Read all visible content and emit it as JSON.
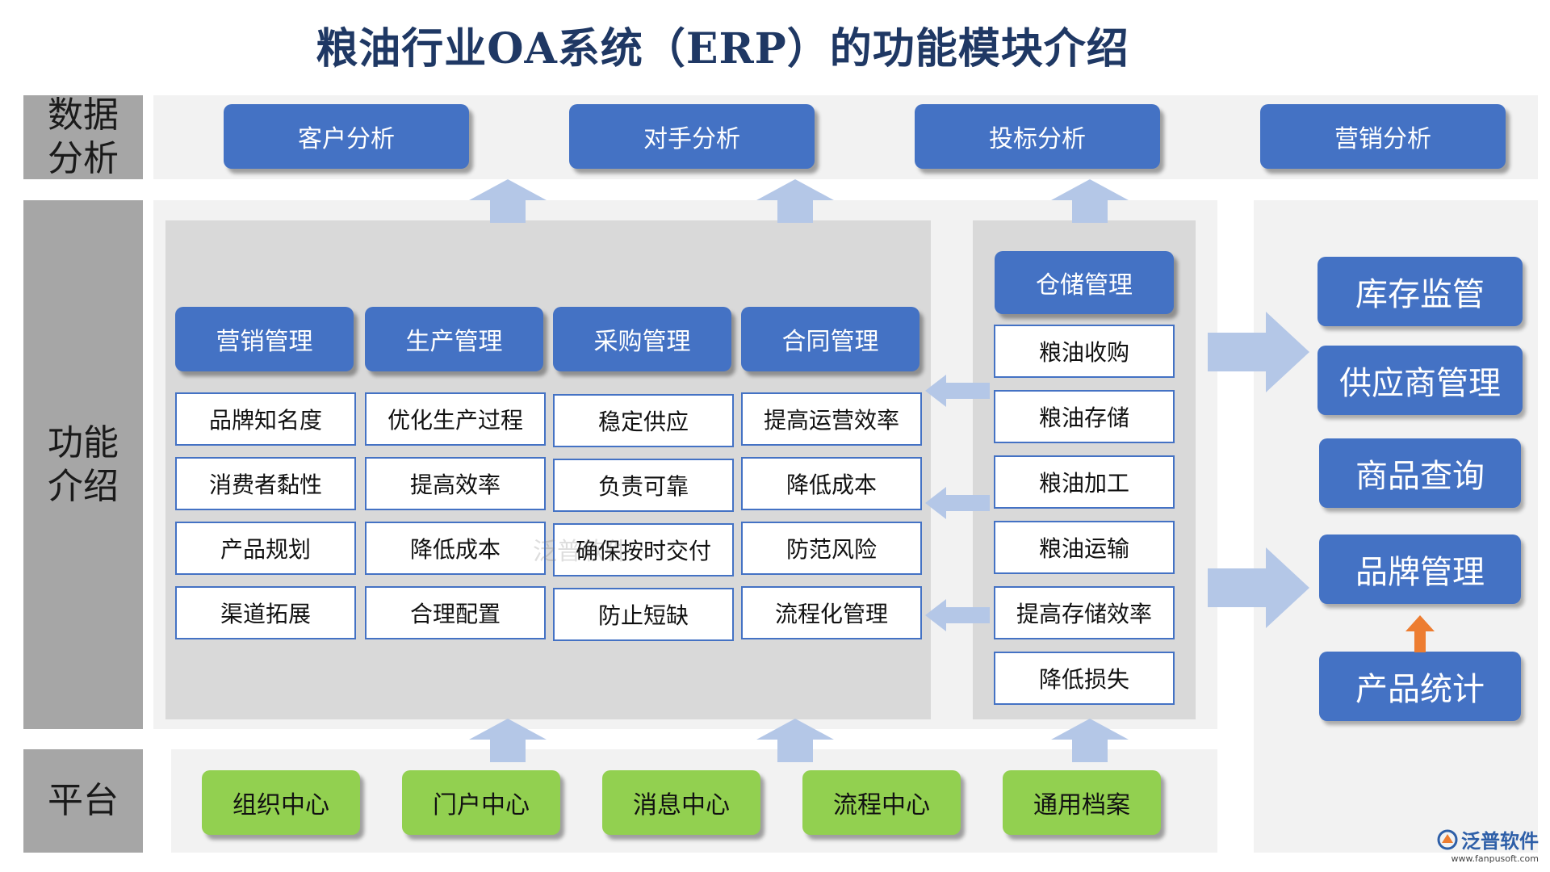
{
  "title": "粮油行业OA系统（ERP）的功能模块介绍",
  "row_labels": {
    "data": "数据分析",
    "function": "功能介绍",
    "platform": "平台"
  },
  "analysis": [
    "客户分析",
    "对手分析",
    "投标分析",
    "营销分析"
  ],
  "modules": [
    {
      "name": "营销管理",
      "items": [
        "品牌知名度",
        "消费者黏性",
        "产品规划",
        "渠道拓展"
      ]
    },
    {
      "name": "生产管理",
      "items": [
        "优化生产过程",
        "提高效率",
        "降低成本",
        "合理配置"
      ]
    },
    {
      "name": "采购管理",
      "items": [
        "稳定供应",
        "负责可靠",
        "确保按时交付",
        "防止短缺"
      ]
    },
    {
      "name": "合同管理",
      "items": [
        "提高运营效率",
        "降低成本",
        "防范风险",
        "流程化管理"
      ]
    }
  ],
  "warehouse": {
    "name": "仓储管理",
    "items": [
      "粮油收购",
      "粮油存储",
      "粮油加工",
      "粮油运输",
      "提高存储效率",
      "降低损失"
    ]
  },
  "right_modules": [
    "库存监管",
    "供应商管理",
    "商品查询",
    "品牌管理",
    "产品统计"
  ],
  "platform": [
    "组织中心",
    "门户中心",
    "消息中心",
    "流程中心",
    "通用档案"
  ],
  "watermark": "泛普软件",
  "logo": {
    "name": "泛普软件",
    "url": "www.fanpusoft.com"
  },
  "colors": {
    "blue": "#4472c4",
    "green": "#92d050",
    "arrow": "#b4c7e7",
    "orange": "#ed7d31",
    "title": "#1f3864"
  }
}
